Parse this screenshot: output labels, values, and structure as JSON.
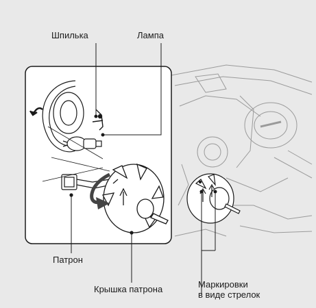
{
  "labels": {
    "pin": "Шпилька",
    "lamp": "Лампа",
    "socket": "Патрон",
    "cover": "Крышка патрона",
    "markings_line1": "Маркировки",
    "markings_line2": "в виде стрелок"
  },
  "colors": {
    "background": "#e9e9e9",
    "panel": "#ffffff",
    "line": "#1a1a1a",
    "faded": "#9a9a9a",
    "arrow": "#444444"
  }
}
